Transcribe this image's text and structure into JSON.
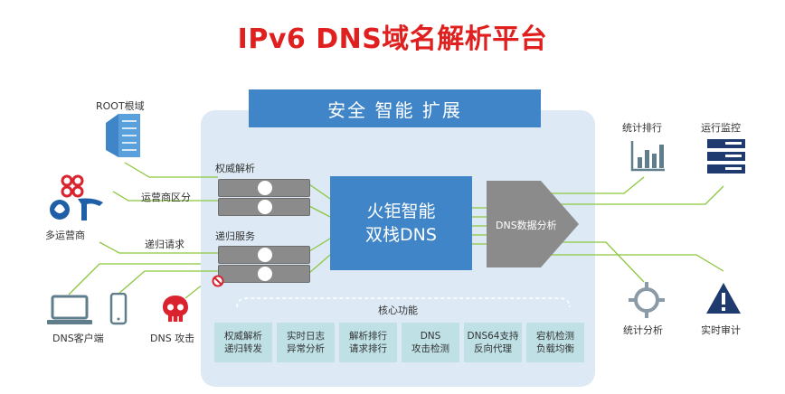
{
  "title": "IPv6 DNS域名解析平台",
  "banner": "安全  智能  扩展",
  "core": {
    "line1": "火钜智能",
    "line2": "双栈DNS"
  },
  "analyzer": "DNS数据分析",
  "left_labels": {
    "root": "ROOT根域",
    "carrier_region": "运营商区分",
    "multi_carrier": "多运营商",
    "recursive_request": "递归请求",
    "dns_client": "DNS客户端",
    "dns_attack": "DNS 攻击"
  },
  "server_groups": {
    "authoritative": "权威解析",
    "recursive": "递归服务"
  },
  "core_functions_label": "核心功能",
  "features": [
    {
      "line1": "权威解析",
      "line2": "递归转发"
    },
    {
      "line1": "实时日志",
      "line2": "异常分析"
    },
    {
      "line1": "解析排行",
      "line2": "请求排行"
    },
    {
      "line1": "DNS",
      "line2": "攻击检测"
    },
    {
      "line1": "DNS64支持",
      "line2": "反向代理"
    },
    {
      "line1": "宕机检测",
      "line2": "负载均衡"
    }
  ],
  "right_labels": {
    "stat_rank": "统计排行",
    "run_monitor": "运行监控",
    "stat_analysis": "统计分析",
    "realtime_audit": "实时审计"
  },
  "colors": {
    "title": "#e01f1f",
    "blue": "#3f85c8",
    "panel": "#dde9f4",
    "feature": "#bfe1e6",
    "line": "#8cc63f",
    "gray": "#8b8b8b",
    "red": "#d9232e",
    "navy": "#1e3a6e"
  }
}
